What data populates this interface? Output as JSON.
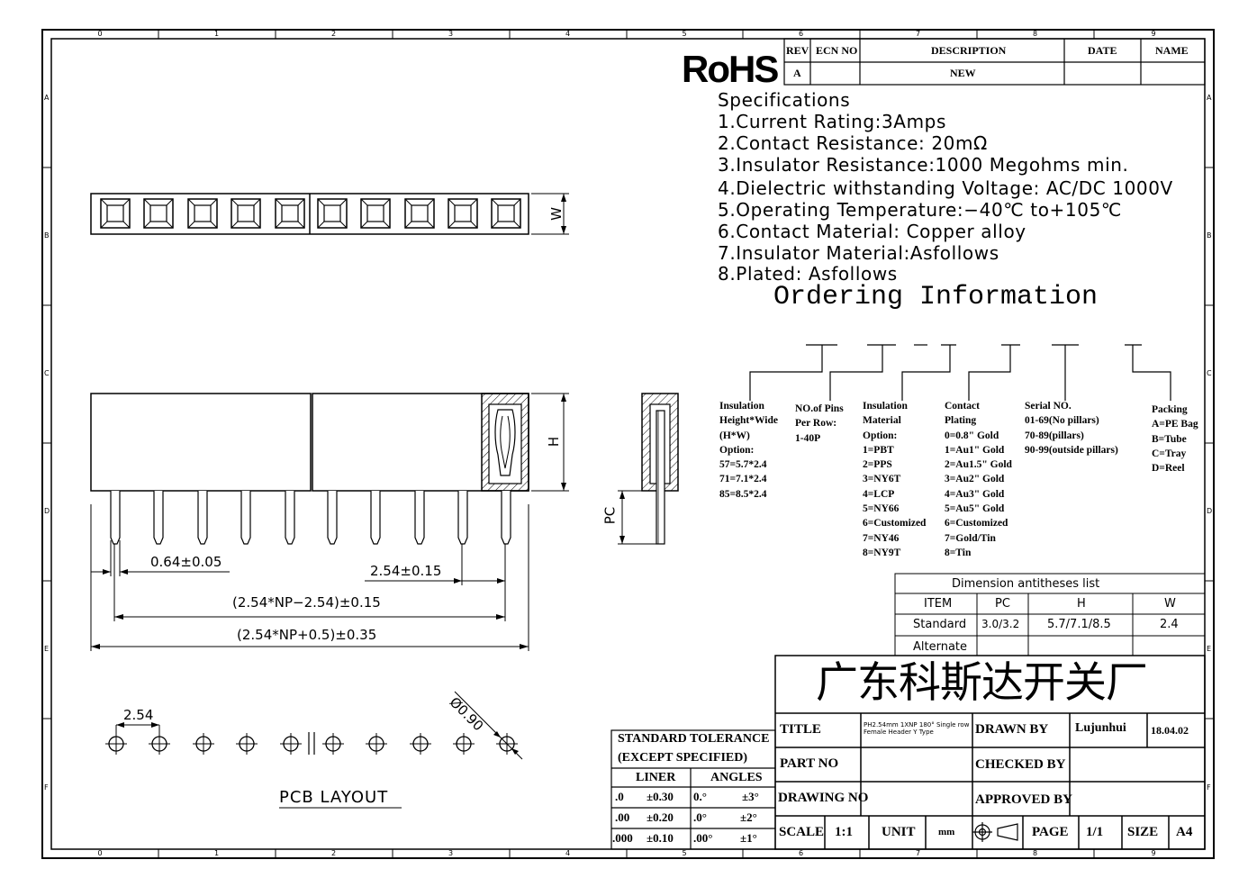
{
  "frame": {
    "col_labels": [
      "0",
      "1",
      "2",
      "3",
      "4",
      "5",
      "6",
      "7",
      "8",
      "9"
    ],
    "row_labels": [
      "A",
      "B",
      "C",
      "D",
      "E",
      "F"
    ]
  },
  "rohs": "RoHS",
  "revision_table": {
    "headers": [
      "REV",
      "ECN NO",
      "DESCRIPTION",
      "DATE",
      "NAME"
    ],
    "row": [
      "A",
      "",
      "NEW",
      "",
      ""
    ]
  },
  "specifications": {
    "title": "Specifications",
    "items": [
      "1.Current Rating:3Amps",
      "2.Contact Resistance: 20mΩ",
      "3.Insulator Resistance:1000 Megohms min.",
      "4.Dielectric withstanding Voltage: AC/DC 1000V",
      "5.Operating Temperature:−40℃ to+105℃",
      "6.Contact Material: Copper alloy",
      "7.Insulator Material:Asfollows",
      "8.Plated: Asfollows"
    ]
  },
  "ordering": {
    "title": "Ordering Information",
    "insulation_height": "Insulation\nHeight*Wide\n(H*W)\nOption:\n57=5.7*2.4\n71=7.1*2.4\n85=8.5*2.4",
    "pins": "NO.of Pins\nPer Row:\n1-40P",
    "insulation_material": "Insulation\nMaterial\nOption:\n1=PBT\n2=PPS\n3=NY6T\n4=LCP\n5=NY66\n6=Customized\n7=NY46\n8=NY9T",
    "contact_plating": "Contact\nPlating\n0=0.8\" Gold\n1=Au1\" Gold\n2=Au1.5\" Gold\n3=Au2\" Gold\n4=Au3\" Gold\n5=Au5\" Gold\n6=Customized\n7=Gold/Tin\n8=Tin",
    "serial": "Serial NO.\n01-69(No pillars)\n70-89(pillars)\n90-99(outside pillars)",
    "packing": "Packing\nA=PE Bag\nB=Tube\nC=Tray\nD=Reel"
  },
  "drawing": {
    "w_label": "W",
    "h_label": "H",
    "pc_label": "PC",
    "dim_pin_width": "0.64±0.05",
    "dim_pitch": "2.54±0.15",
    "dim_pin_span": "(2.54*NP−2.54)±0.15",
    "dim_total": "(2.54*NP+0.5)±0.35",
    "pcb_pitch": "2.54",
    "pcb_hole": "Ø0.90",
    "pcb_title": "PCB LAYOUT"
  },
  "dimension_list": {
    "title": "Dimension antitheses list",
    "headers": [
      "ITEM",
      "PC",
      "H",
      "W"
    ],
    "standard": [
      "Standard",
      "3.0/3.2",
      "5.7/7.1/8.5",
      "2.4"
    ],
    "alternate": [
      "Alternate",
      "",
      "",
      ""
    ]
  },
  "tolerance": {
    "title1": "STANDARD TOLERANCE",
    "title2": "(EXCEPT SPECIFIED)",
    "col1": "LINER",
    "col2": "ANGLES",
    "rows": [
      [
        ".0",
        "±0.30",
        "0.°",
        "±3°"
      ],
      [
        ".00",
        "±0.20",
        ".0°",
        "±2°"
      ],
      [
        ".000",
        "±0.10",
        ".00°",
        "±1°"
      ]
    ]
  },
  "title_block": {
    "company": "广东科斯达开关厂",
    "title_label": "TITLE",
    "title_value": "PH2.54mm 1XNP 180° Single row Female Header Y Type",
    "drawn_by_label": "DRAWN BY",
    "drawn_by_value": "Lujunhui",
    "date_value": "18.04.02",
    "part_no_label": "PART NO",
    "checked_by_label": "CHECKED BY",
    "drawing_no_label": "DRAWING NO",
    "approved_by_label": "APPROVED BY",
    "scale_label": "SCALE",
    "scale_value": "1:1",
    "unit_label": "UNIT",
    "unit_value": "mm",
    "page_label": "PAGE",
    "page_value": "1/1",
    "size_label": "SIZE",
    "size_value": "A4"
  }
}
